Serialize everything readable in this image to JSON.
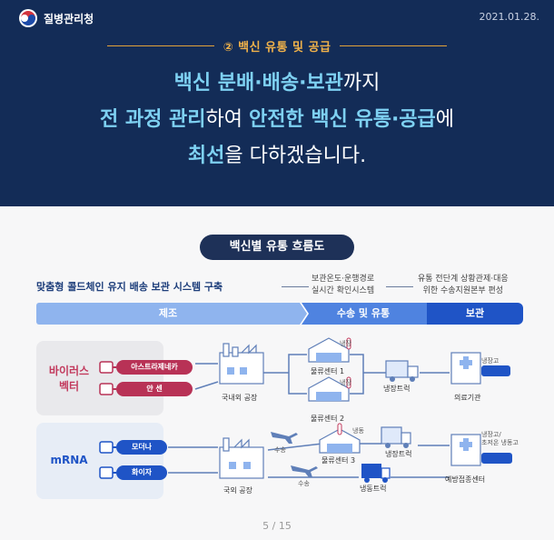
{
  "header": {
    "org_name": "질병관리청",
    "date": "2021.01.28.",
    "section_title": "② 백신 유통 및 공급",
    "headline": {
      "l1_bold": "백신 분배·배송·보관",
      "l1_rest": "까지",
      "l2_bold1": "전 과정 관리",
      "l2_mid": "하여 ",
      "l2_bold2": "안전한 백신 유통·공급",
      "l2_rest": "에",
      "l3_bold": "최선",
      "l3_rest": "을 다하겠습니다."
    }
  },
  "flow": {
    "title": "백신별 유통 흐름도",
    "system_title": "맞춤형 콜드체인 유지 배송 보관 시스템 구축",
    "system_b": [
      "보관온도·운행경로",
      "실시간 확인시스템"
    ],
    "system_c": [
      "유통 전단계 상황관제·대응",
      "위한 수송지원본부 편성"
    ],
    "stages": [
      "제조",
      "수송 및 유통",
      "보관"
    ],
    "groups": {
      "viral_vector": [
        "바이러스",
        "벡터"
      ],
      "mrna": "mRNA"
    },
    "vaccines": {
      "astrazeneca": "아스트라제네카",
      "janssen": "얀 센",
      "moderna": "모더나",
      "pfizer": "화이자"
    },
    "labels": {
      "domestic_factory": "국내외 공장",
      "foreign_factory": "국외 공장",
      "center1": "물류센터 1",
      "center2": "물류센터 2",
      "center3": "물류센터 3",
      "fridge": "냉장",
      "fridge2": "냉장",
      "fridge3": "냉동",
      "fridge_truck": "냉장트럭",
      "fridge_truck2": "냉장트럭",
      "freezer_truck": "냉동트럭",
      "medical": "의료기관",
      "vaccination_center": "예방접종센터",
      "transport1": "수송",
      "transport2": "수송",
      "fridge_storage": "냉장고",
      "ultra_cold": [
        "냉장고/",
        "초저온 냉동고"
      ]
    }
  },
  "page": "5 / 15",
  "colors": {
    "header_bg": "#132c57",
    "accent_orange": "#f1b24a",
    "accent_cyan": "#7ed1f2",
    "stage1": "#8fb4ee",
    "stage2": "#4f83e0",
    "stage3": "#1f54c6",
    "viral_red": "#b83256",
    "mrna_blue": "#1f54c6"
  }
}
